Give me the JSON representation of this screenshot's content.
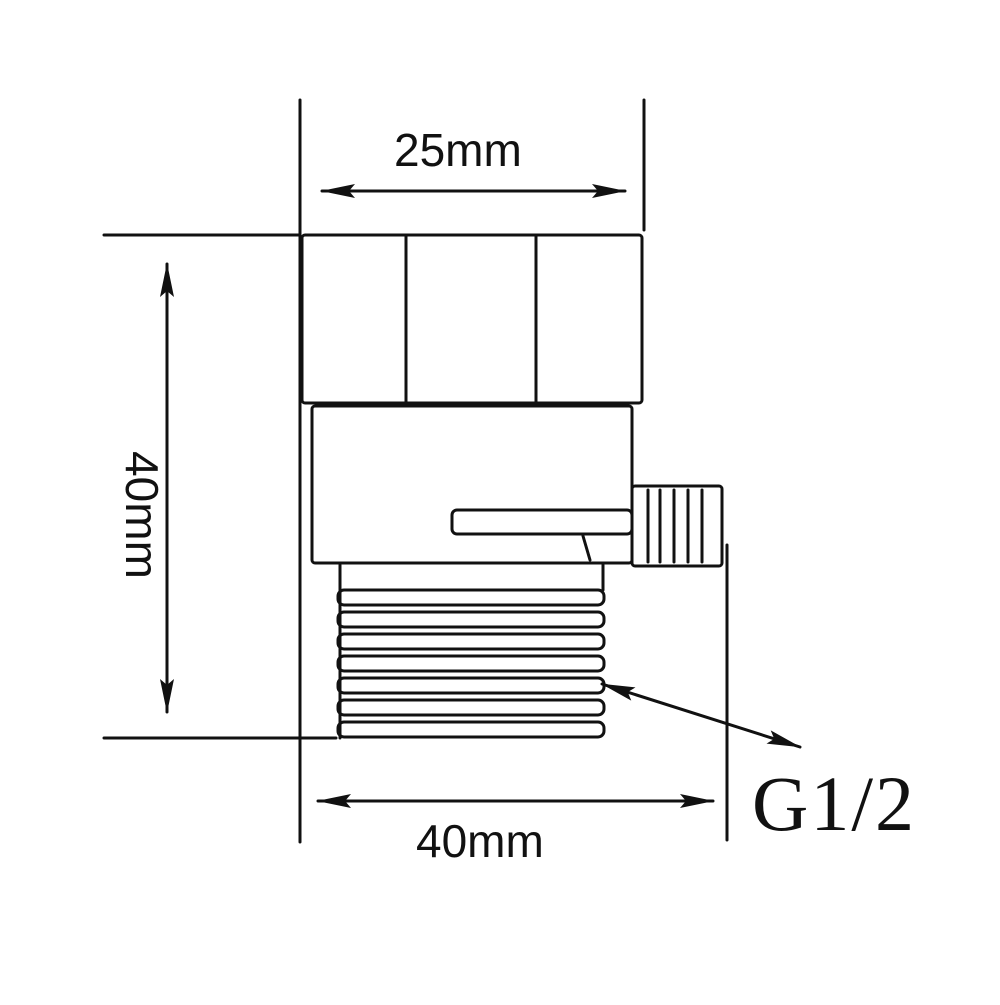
{
  "diagram": {
    "type": "technical-dimension-drawing",
    "subject": "threaded pipe fitting with side nozzle",
    "colors": {
      "line": "#111111",
      "background": "#ffffff"
    },
    "dimensions": {
      "top_width": {
        "label": "25mm",
        "orientation": "horizontal"
      },
      "height": {
        "label": "40mm",
        "orientation": "vertical"
      },
      "bottom_width": {
        "label": "40mm",
        "orientation": "horizontal"
      }
    },
    "callouts": {
      "thread": {
        "label": "G1/2"
      }
    },
    "parts": {
      "hex_nut_faces": 3,
      "side_nozzle_ribs": 5,
      "thread_rings": 7
    }
  }
}
